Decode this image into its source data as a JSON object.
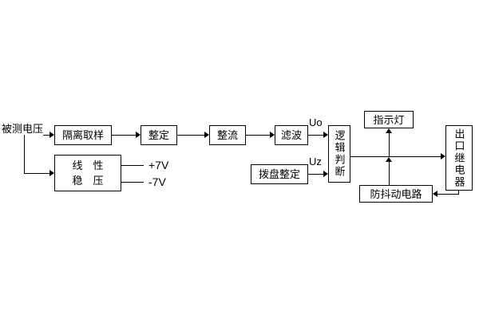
{
  "diagram": {
    "input_label": "被测电压",
    "blocks": {
      "isolation": "隔离取样",
      "setting": "整定",
      "rectifier": "整流",
      "filter": "滤波",
      "logic": "逻辑判断",
      "dial": "拨盘整定",
      "indicator": "指示灯",
      "relay": "出口继电器",
      "antishake": "防抖动电路",
      "regulator_line1": "线　性",
      "regulator_line2": "稳　压"
    },
    "signals": {
      "uo": "Uo",
      "uz": "Uz",
      "plus7v": "+7V",
      "minus7v": "-7V"
    }
  }
}
